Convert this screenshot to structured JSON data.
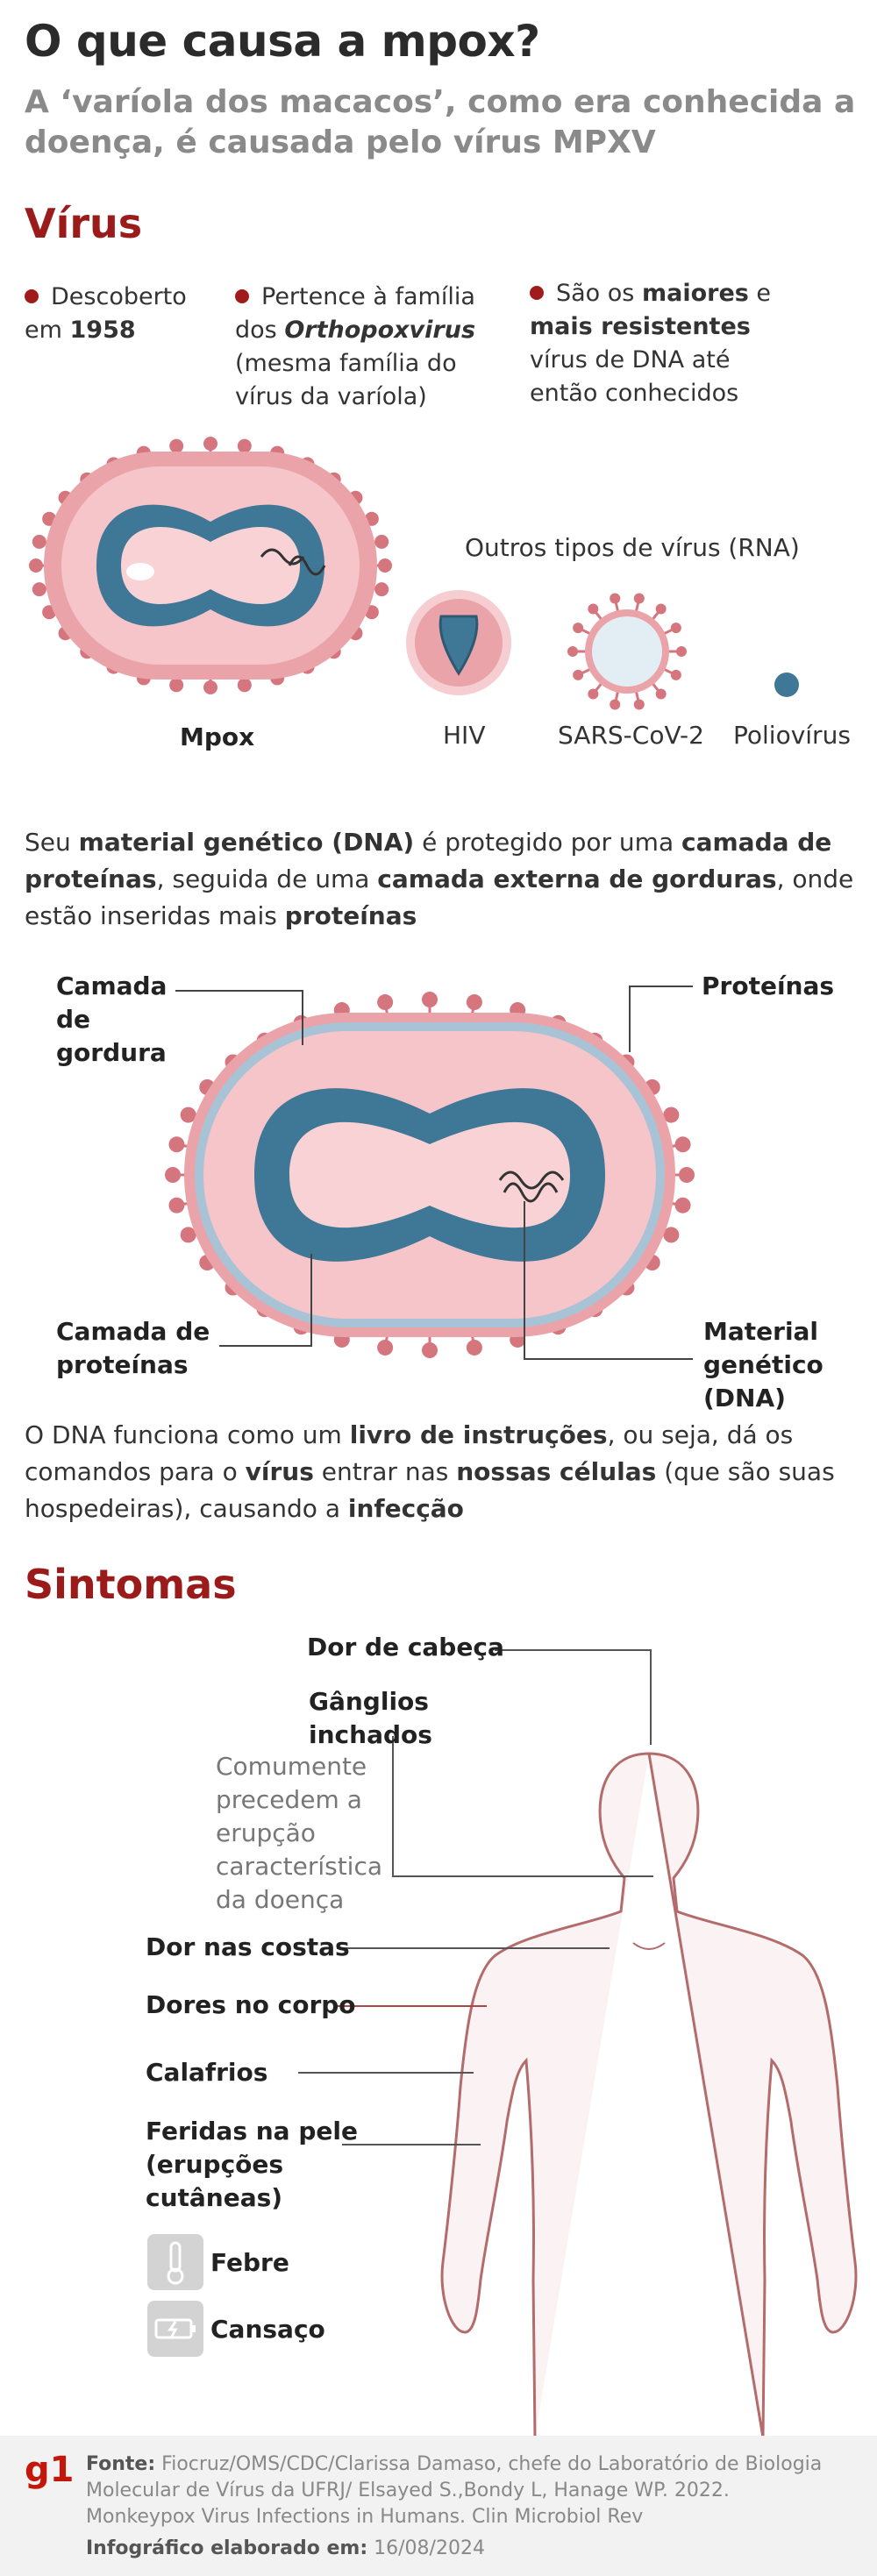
{
  "header": {
    "title": "O que causa a mpox?",
    "subtitle": "A ‘varíola dos macacos’, como era conhecida a doença, é causada pelo vírus MPXV"
  },
  "virus_section": {
    "heading": "Vírus",
    "facts": [
      {
        "pre": "Descoberto em ",
        "bold": "1958",
        "post": ""
      },
      {
        "pre": "Pertence à família dos ",
        "bold": "Orthopoxvirus",
        "post": " (mesma família do vírus da varíola)"
      },
      {
        "pre": "São os ",
        "bold": "maiores",
        "mid": " e ",
        "bold2": "mais resistentes",
        "post": " vírus de DNA até então conhecidos"
      }
    ],
    "others_title": "Outros tipos de vírus (RNA)",
    "labels": {
      "mpox": "Mpox",
      "hiv": "HIV",
      "sars": "SARS-CoV-2",
      "polio": "Poliovírus"
    }
  },
  "structure": {
    "intro": {
      "t1": "Seu ",
      "b1": "material genético (DNA)",
      "t2": " é protegido por uma ",
      "b2": "camada de proteínas",
      "t3": ", seguida de uma ",
      "b3": "camada externa de gorduras",
      "t4": ", onde estão inseridas mais ",
      "b4": "proteínas"
    },
    "labels": {
      "fat": "Camada de gordura",
      "proteins": "Proteínas",
      "protein_layer": "Camada de proteínas",
      "genetic": "Material genético (DNA)"
    },
    "outro": {
      "t1": "O DNA funciona como um ",
      "b1": "livro de instruções",
      "t2": ", ou seja, dá os comandos para o ",
      "b2": "vírus",
      "t3": " entrar nas ",
      "b3": "nossas células",
      "t4": " (que são suas hospedeiras), causando a ",
      "b4": "infecção"
    }
  },
  "symptoms": {
    "heading": "Sintomas",
    "headache": "Dor de cabeça",
    "glands": "Gânglios inchados",
    "glands_note": "Comumente precedem a erupção característica da doença",
    "back": "Dor nas costas",
    "body": "Dores no corpo",
    "chills": "Calafrios",
    "skin": "Feridas na pele (erupções cutâneas)",
    "fever": "Febre",
    "fatigue": "Cansaço"
  },
  "footer": {
    "logo": "g1",
    "source_label": "Fonte:",
    "source": "Fiocruz/OMS/CDC/Clarissa Damaso, chefe do Laboratório de Biologia Molecular de Vírus da UFRJ/ Elsayed S.,Bondy L, Hanage WP. 2022. Monkeypox Virus Infections in Humans. Clin Microbiol Rev",
    "date_label": "Infográfico elaborado em:",
    "date": "16/08/2024"
  },
  "colors": {
    "accent": "#9b1b1b",
    "virus_outer": "#e8a0a6",
    "virus_inner": "#f6cccf",
    "dna": "#4a7f9c"
  }
}
